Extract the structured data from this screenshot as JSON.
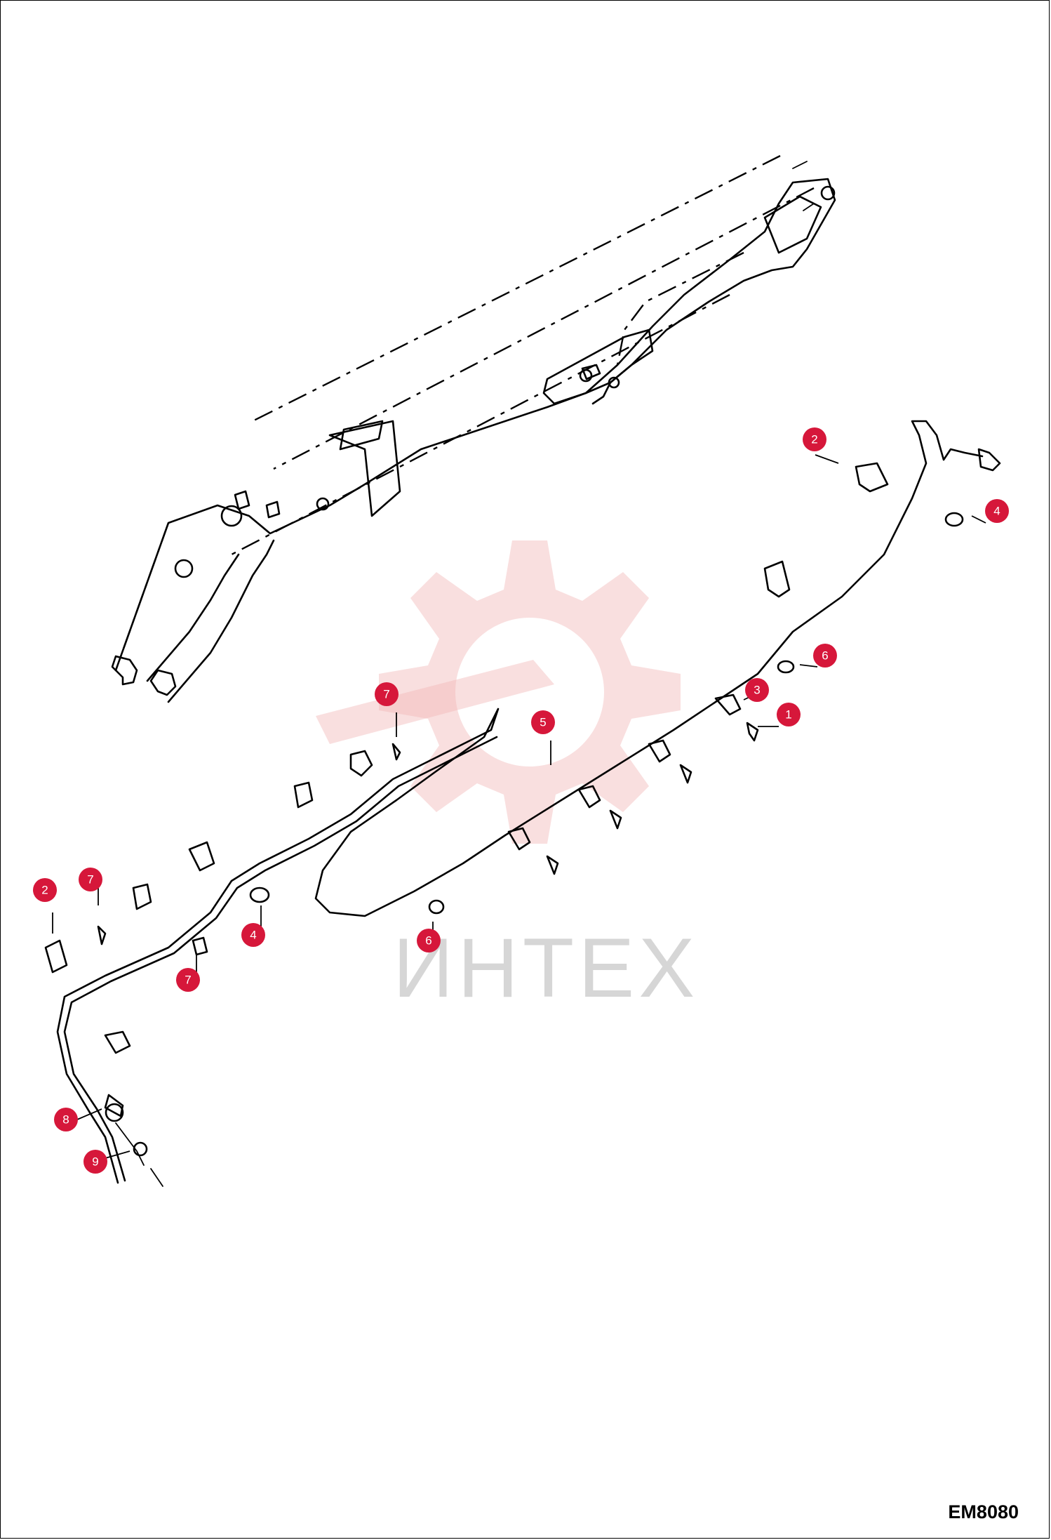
{
  "watermark": {
    "text": "ИНТЕХ"
  },
  "diagram_code": "EM8080",
  "callouts": [
    {
      "id": "c-2-top",
      "label": "2"
    },
    {
      "id": "c-4-right",
      "label": "4"
    },
    {
      "id": "c-6-right",
      "label": "6"
    },
    {
      "id": "c-3",
      "label": "3"
    },
    {
      "id": "c-1",
      "label": "1"
    },
    {
      "id": "c-5",
      "label": "5"
    },
    {
      "id": "c-7-top",
      "label": "7"
    },
    {
      "id": "c-2-left",
      "label": "2"
    },
    {
      "id": "c-7-left",
      "label": "7"
    },
    {
      "id": "c-4-left",
      "label": "4"
    },
    {
      "id": "c-6-mid",
      "label": "6"
    },
    {
      "id": "c-7-low",
      "label": "7"
    },
    {
      "id": "c-8",
      "label": "8"
    },
    {
      "id": "c-9",
      "label": "9"
    }
  ],
  "colors": {
    "callout": "#d6173a",
    "line": "#000000",
    "watermark": "#f2b7b7"
  }
}
